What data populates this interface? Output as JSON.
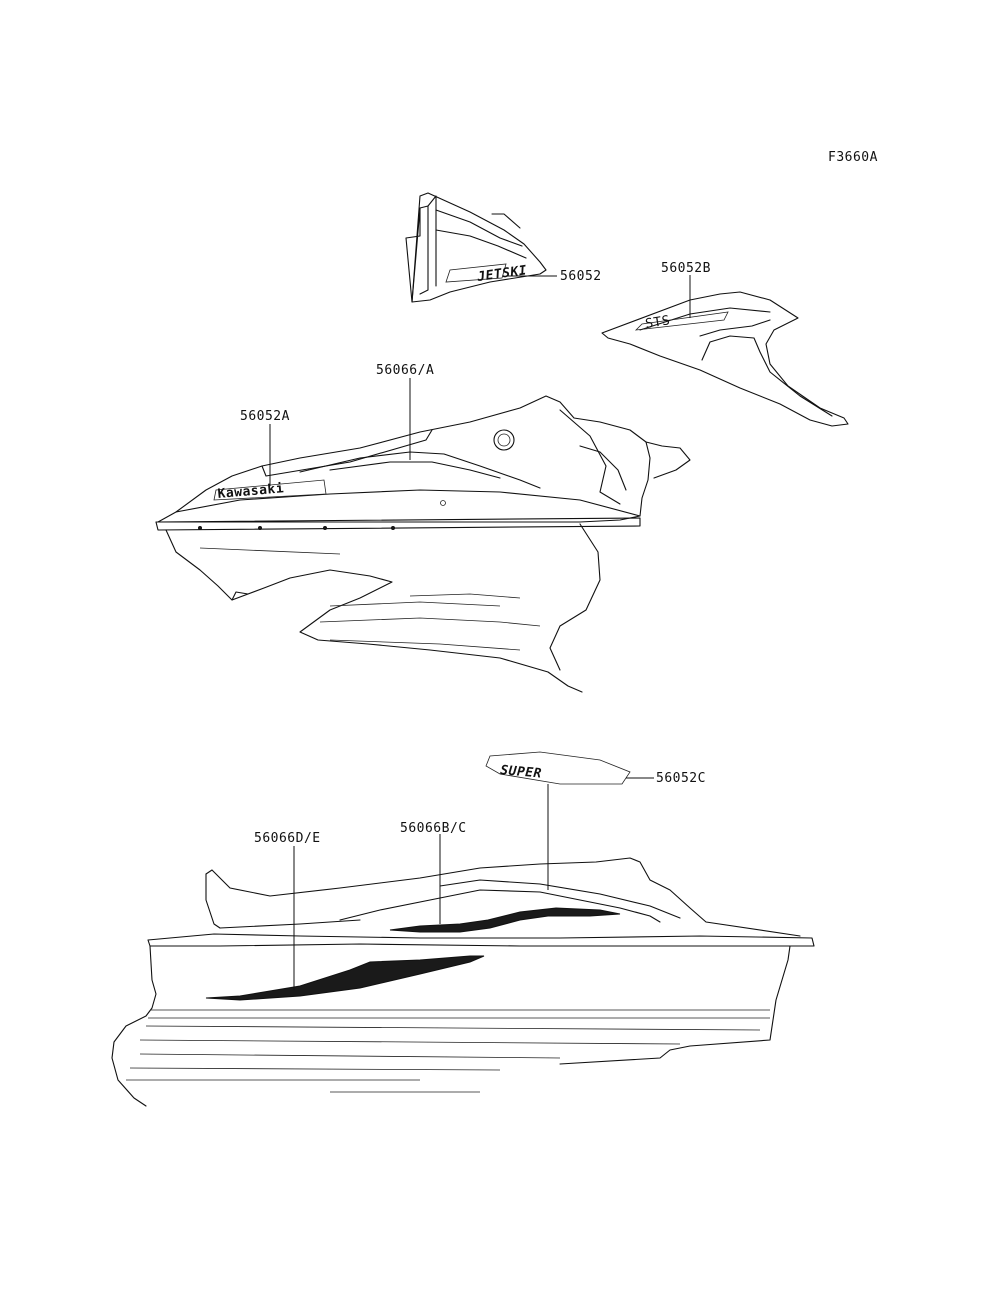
{
  "figure_code": "F3660A",
  "callouts": [
    {
      "id": "c-56052",
      "text": "56052"
    },
    {
      "id": "c-56052B",
      "text": "56052B"
    },
    {
      "id": "c-56066A",
      "text": "56066/A"
    },
    {
      "id": "c-56052A",
      "text": "56052A"
    },
    {
      "id": "c-56052C",
      "text": "56052C"
    },
    {
      "id": "c-56066DE",
      "text": "56066D/E"
    },
    {
      "id": "c-56066BC",
      "text": "56066B/C"
    }
  ],
  "decal_texts": {
    "jetski": "JETSKI",
    "kawasaki": "Kawasaki",
    "sts": "STS",
    "super": "SUPER"
  },
  "colors": {
    "line": "#111111",
    "background": "#ffffff"
  }
}
